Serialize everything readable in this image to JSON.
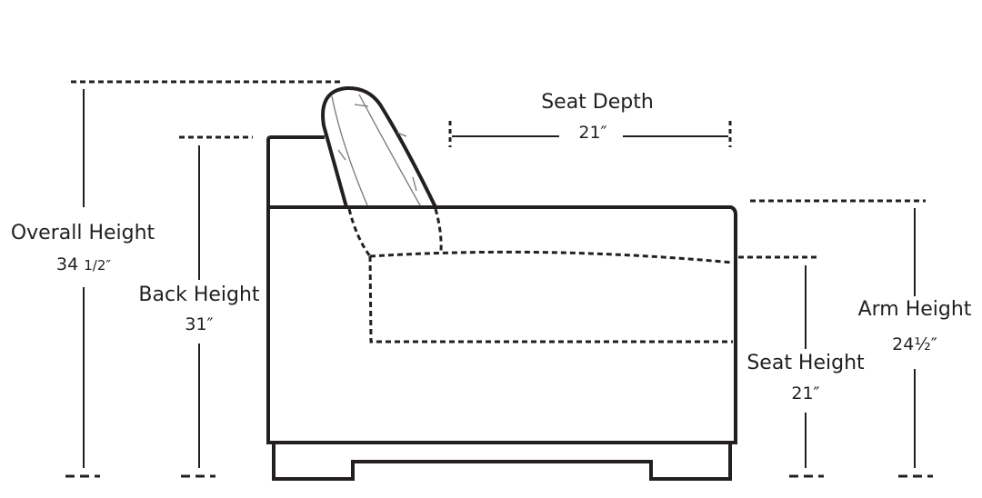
{
  "dimensions": {
    "overall_height": {
      "label": "Overall Height",
      "value": "34",
      "value_fraction": "1/2″"
    },
    "back_height": {
      "label": "Back Height",
      "value": "31″"
    },
    "seat_depth": {
      "label": "Seat Depth",
      "value": "21″"
    },
    "arm_height": {
      "label": "Arm Height",
      "value": "24½″"
    },
    "seat_height": {
      "label": "Seat Height",
      "value": "21″"
    }
  },
  "colors": {
    "line": "#231f20",
    "cushion_detail": "#777777",
    "background": "#ffffff"
  }
}
